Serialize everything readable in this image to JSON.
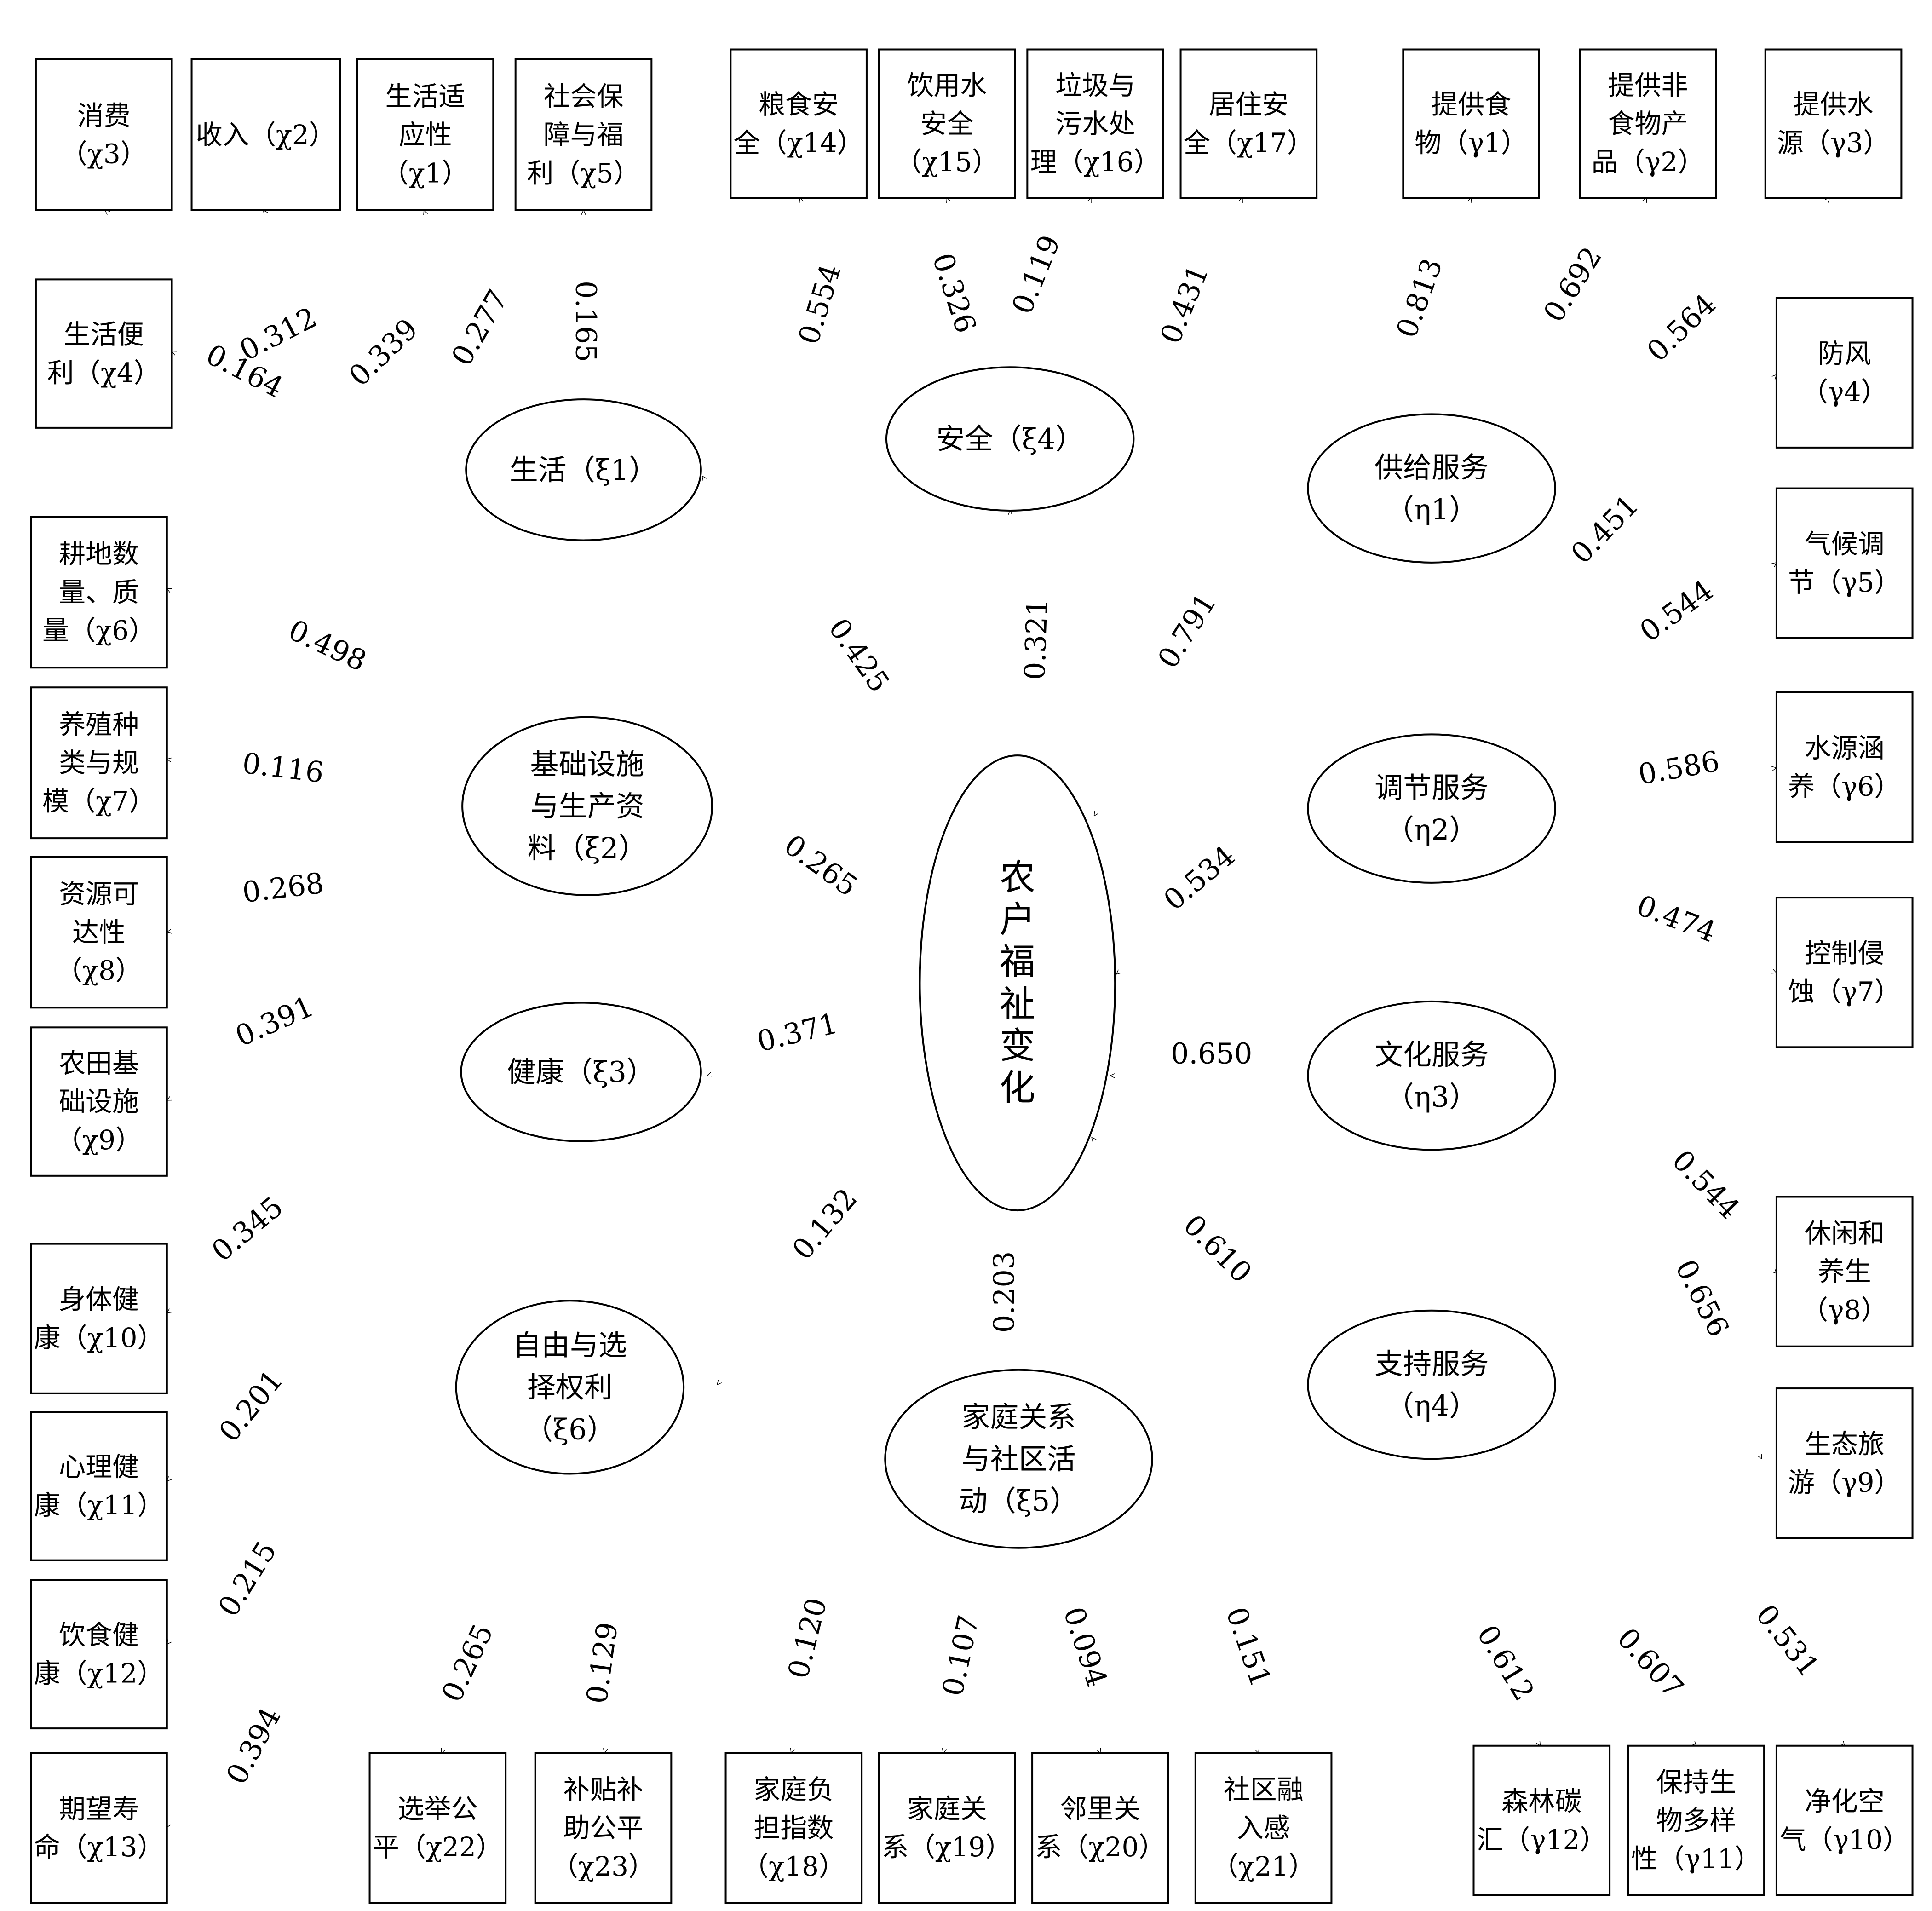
{
  "center": {
    "lines": [
      "农",
      "户",
      "福",
      "祉",
      "变",
      "化"
    ]
  },
  "latents": {
    "xi1": {
      "lines": [
        "生活（ξ1）"
      ]
    },
    "xi2": {
      "lines": [
        "基础设施",
        "与生产资",
        "料（ξ2）"
      ]
    },
    "xi3": {
      "lines": [
        "健康（ξ3）"
      ]
    },
    "xi4": {
      "lines": [
        "安全（ξ4）"
      ]
    },
    "xi5": {
      "lines": [
        "家庭关系",
        "与社区活",
        "动（ξ5）"
      ]
    },
    "xi6": {
      "lines": [
        "自由与选",
        "择权利",
        "（ξ6）"
      ]
    },
    "eta1": {
      "lines": [
        "供给服务",
        "（η1）"
      ]
    },
    "eta2": {
      "lines": [
        "调节服务",
        "（η2）"
      ]
    },
    "eta3": {
      "lines": [
        "文化服务",
        "（η3）"
      ]
    },
    "eta4": {
      "lines": [
        "支持服务",
        "（η4）"
      ]
    }
  },
  "indicators": {
    "x3": {
      "lines": [
        "消费",
        "（χ3）"
      ]
    },
    "x2": {
      "lines": [
        "收入（χ2）"
      ]
    },
    "x1": {
      "lines": [
        "生活适",
        "应性",
        "（χ1）"
      ]
    },
    "x5": {
      "lines": [
        "社会保",
        "障与福",
        "利（χ5）"
      ]
    },
    "x4": {
      "lines": [
        "生活便",
        "利（χ4）"
      ]
    },
    "x6": {
      "lines": [
        "耕地数",
        "量、质",
        "量（χ6）"
      ]
    },
    "x7": {
      "lines": [
        "养殖种",
        "类与规",
        "模（χ7）"
      ]
    },
    "x8": {
      "lines": [
        "资源可",
        "达性",
        "（χ8）"
      ]
    },
    "x9": {
      "lines": [
        "农田基",
        "础设施",
        "（χ9）"
      ]
    },
    "x10": {
      "lines": [
        "身体健",
        "康（χ10）"
      ]
    },
    "x11": {
      "lines": [
        "心理健",
        "康（χ11）"
      ]
    },
    "x12": {
      "lines": [
        "饮食健",
        "康（χ12）"
      ]
    },
    "x13": {
      "lines": [
        "期望寿",
        "命（χ13）"
      ]
    },
    "x14": {
      "lines": [
        "粮食安",
        "全（χ14）"
      ]
    },
    "x15": {
      "lines": [
        "饮用水",
        "安全",
        "（χ15）"
      ]
    },
    "x16": {
      "lines": [
        "垃圾与",
        "污水处",
        "理（χ16）"
      ]
    },
    "x17": {
      "lines": [
        "居住安",
        "全（χ17）"
      ]
    },
    "x22": {
      "lines": [
        "选举公",
        "平（χ22）"
      ]
    },
    "x23": {
      "lines": [
        "补贴补",
        "助公平",
        "（χ23）"
      ]
    },
    "x18": {
      "lines": [
        "家庭负",
        "担指数",
        "（χ18）"
      ]
    },
    "x19": {
      "lines": [
        "家庭关",
        "系（χ19）"
      ]
    },
    "x20": {
      "lines": [
        "邻里关",
        "系（χ20）"
      ]
    },
    "x21": {
      "lines": [
        "社区融",
        "入感",
        "（χ21）"
      ]
    },
    "y1": {
      "lines": [
        "提供食",
        "物（γ1）"
      ]
    },
    "y2": {
      "lines": [
        "提供非",
        "食物产",
        "品（γ2）"
      ]
    },
    "y3": {
      "lines": [
        "提供水",
        "源（γ3）"
      ]
    },
    "y4": {
      "lines": [
        "防风",
        "（γ4）"
      ]
    },
    "y5": {
      "lines": [
        "气候调",
        "节（γ5）"
      ]
    },
    "y6": {
      "lines": [
        "水源涵",
        "养（γ6）"
      ]
    },
    "y7": {
      "lines": [
        "控制侵",
        "蚀（γ7）"
      ]
    },
    "y8": {
      "lines": [
        "休闲和",
        "养生",
        "（γ8）"
      ]
    },
    "y9": {
      "lines": [
        "生态旅",
        "游（γ9）"
      ]
    },
    "y12": {
      "lines": [
        "森林碳",
        "汇（γ12）"
      ]
    },
    "y11": {
      "lines": [
        "保持生",
        "物多样",
        "性（γ11）"
      ]
    },
    "y10": {
      "lines": [
        "净化空",
        "气（γ10）"
      ]
    }
  },
  "coefficients": {
    "xi1_x3": "0.312",
    "xi1_x2": "0.339",
    "xi1_x1": "0.277",
    "xi1_x5": "0.165",
    "xi1_x4": "0.164",
    "xi2_x6": "0.498",
    "xi2_x7": "0.116",
    "xi2_x8": "0.268",
    "xi2_x9": "0.391",
    "xi3_x10": "0.345",
    "xi3_x11": "0.201",
    "xi3_x12": "0.215",
    "xi3_x13": "0.394",
    "xi4_x14": "0.554",
    "xi4_x15": "0.326",
    "xi4_x16": "0.119",
    "xi4_x17": "0.431",
    "xi6_x22": "0.265",
    "xi6_x23": "0.129",
    "xi5_x18": "0.120",
    "xi5_x19": "0.107",
    "xi5_x20": "0.094",
    "xi5_x21": "0.151",
    "eta1_y1": "0.813",
    "eta1_y2": "0.692",
    "eta1_y3": "0.564",
    "eta2_y4": "0.451",
    "eta2_y5": "0.544",
    "eta2_y6": "0.586",
    "eta2_y7": "0.474",
    "eta3_y8": "0.544",
    "eta3_y9": "0.656",
    "eta4_y12": "0.612",
    "eta4_y11": "0.607",
    "eta4_y10": "0.531",
    "c_xi1": "0.425",
    "c_xi4": "0.321",
    "c_xi2": "0.265",
    "c_xi3": "0.371",
    "c_xi6": "0.132",
    "c_xi5": "0.203",
    "eta1_c": "0.791",
    "eta2_c": "0.534",
    "eta3_c": "0.650",
    "eta4_c": "0.610"
  }
}
